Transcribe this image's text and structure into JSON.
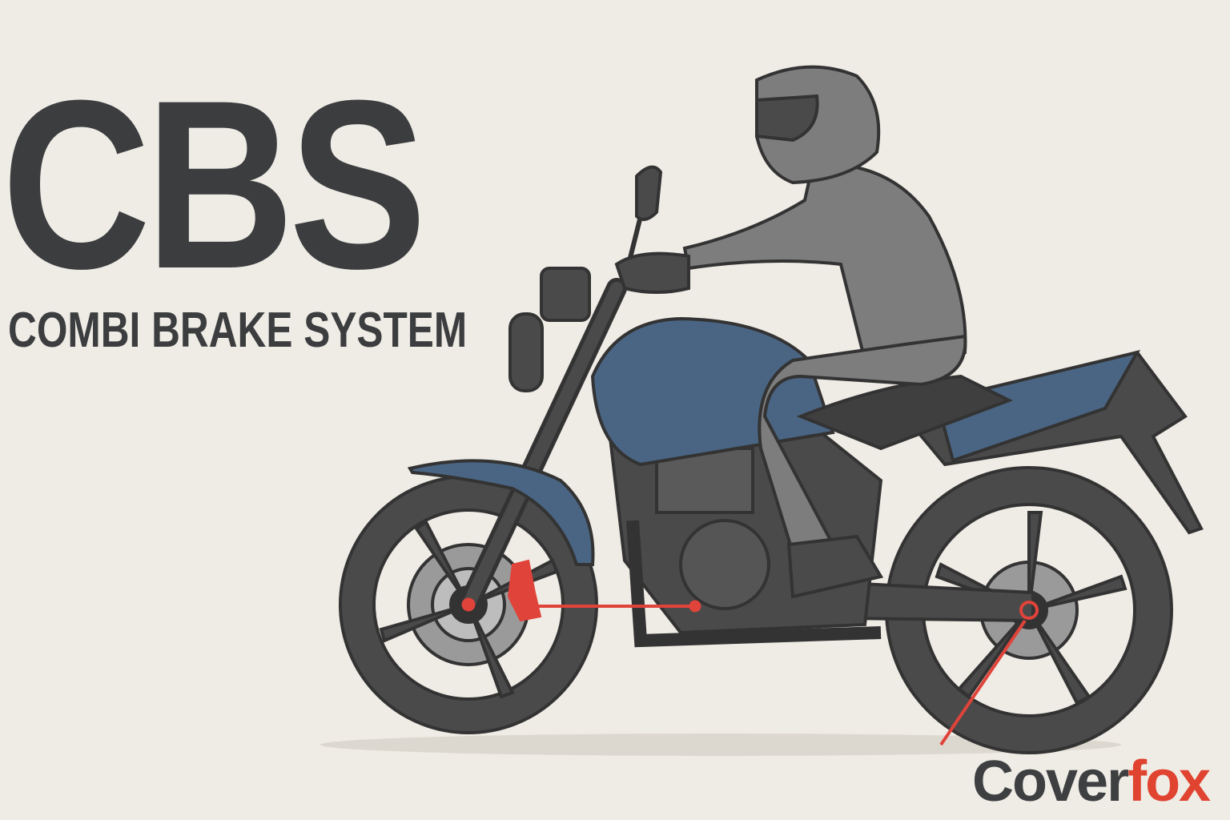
{
  "heading": {
    "title": "CBS",
    "subtitle": "COMBI BRAKE SYSTEM"
  },
  "logo": {
    "part1": "Cover",
    "part2": "fox"
  },
  "colors": {
    "background": "#efebe5",
    "text": "#3b3d3f",
    "tank": "#4a6583",
    "rider": "#7d7d7d",
    "frame": "#4a4a4a",
    "brake_highlight": "#e0433a"
  }
}
